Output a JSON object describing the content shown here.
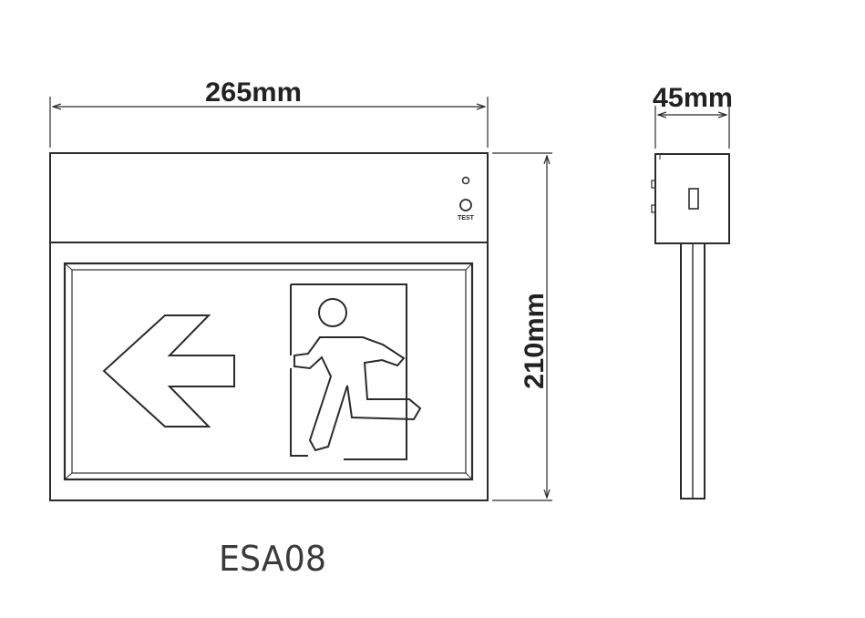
{
  "dimensions": {
    "width_label": "265mm",
    "depth_label": "45mm",
    "height_label": "210mm"
  },
  "panel": {
    "test_button_label": "TEST"
  },
  "model": {
    "name": "ESA08"
  },
  "colors": {
    "line": "#2b2b2b",
    "text": "#222222"
  }
}
